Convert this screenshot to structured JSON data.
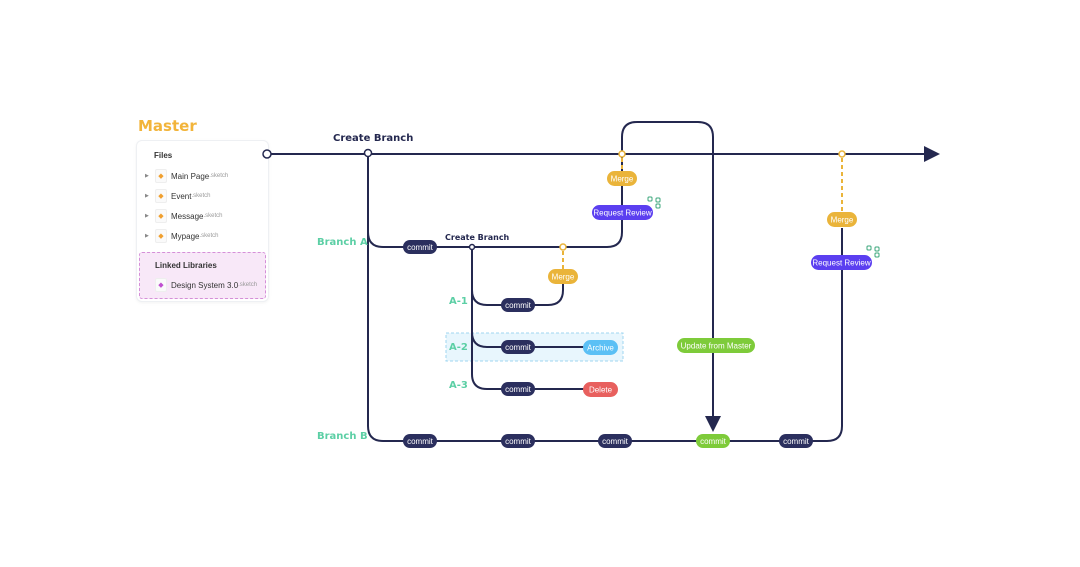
{
  "master_title": "Master",
  "panel": {
    "files_header": "Files",
    "files": [
      {
        "name": "Main Page",
        "ext": ".sketch"
      },
      {
        "name": "Event",
        "ext": ".sketch"
      },
      {
        "name": "Message",
        "ext": ".sketch"
      },
      {
        "name": "Mypage",
        "ext": ".sketch"
      }
    ],
    "linked_header": "Linked Libraries",
    "library": {
      "name": "Design System 3.0",
      "ext": ".sketch"
    }
  },
  "diagram": {
    "create_branch_1": "Create Branch",
    "create_branch_2": "Create Branch",
    "branch_a": "Branch A",
    "branch_b": "Branch B",
    "a1": "A-1",
    "a2": "A-2",
    "a3": "A-3",
    "commit": "commit",
    "merge": "Merge",
    "request_review": "Request Review",
    "archive": "Archive",
    "delete": "Delete",
    "update_from_master": "Update from Master"
  },
  "colors": {
    "line": "#24284f",
    "commit": "#2b2f5e",
    "merge": "#eab43a",
    "review": "#5b3ff0",
    "archive": "#5bc0f5",
    "delete": "#e8605e",
    "green": "#7ecb3a",
    "branch_label": "#5ccfa5",
    "master": "#f2b43a"
  }
}
